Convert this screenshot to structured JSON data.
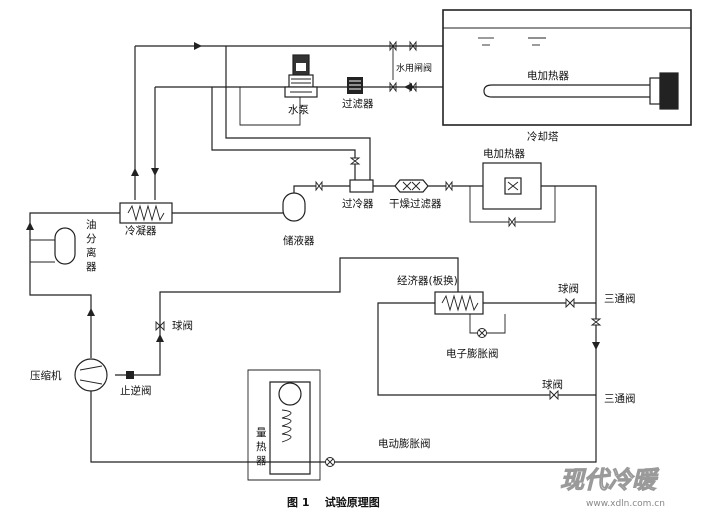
{
  "labels": {
    "water_valve": "水用闸阀",
    "heater_tower": "电加热器",
    "cooling_tower": "冷却塔",
    "pump": "水泵",
    "filter": "过滤器",
    "heater_sub": "电加热器",
    "oil_separator": "油分离器",
    "condenser": "冷凝器",
    "receiver": "储液器",
    "subcooler": "过冷器",
    "drier": "干燥过滤器",
    "economizer": "经济器(板换)",
    "ball_valve_1": "球阀",
    "ball_valve_2": "球阀",
    "ball_valve_3": "球阀",
    "three_way_1": "三通阀",
    "three_way_2": "三通阀",
    "eev_1": "电子膨胀阀",
    "compressor": "压缩机",
    "check_valve": "止逆阀",
    "calorimeter": "量热器",
    "eev_2": "电动膨胀阀"
  },
  "caption": "图 1    试验原理图",
  "watermark": {
    "main": "现代冷暖",
    "url": "www.xdln.com.cn"
  }
}
